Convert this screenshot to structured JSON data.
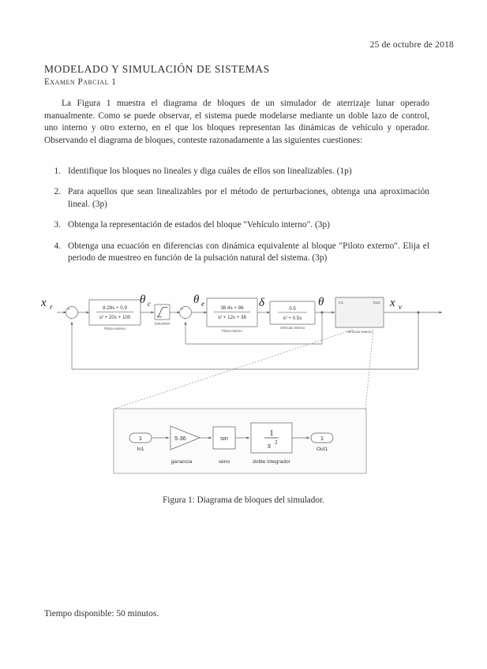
{
  "header": {
    "date": "25 de octubre de 2018",
    "title": "MODELADO Y SIMULACIÓN DE SISTEMAS",
    "subtitle": "Examen Parcial 1"
  },
  "intro": "La Figura 1 muestra el diagrama de bloques de un simulador de aterrizaje lunar operado manualmente. Como se puede observar, el sistema puede modelarse mediante un doble lazo de control, uno interno y otro externo, en el que los bloques representan las dinámicas de vehículo y operador. Observando el diagrama de bloques, conteste razonadamente a las siguientes cuestiones:",
  "questions": [
    {
      "number": "1.",
      "text": "Identifique los bloques no lineales y diga cuáles de ellos son linealizables. (1p)"
    },
    {
      "number": "2.",
      "text": "Para aquellos que sean linealizables por el método de perturbaciones, obtenga una aproximación lineal. (3p)"
    },
    {
      "number": "3.",
      "text": "Obtenga la representación de estados del bloque \"Vehículo interno\". (3p)"
    },
    {
      "number": "4.",
      "text": "Obtenga una ecuación en diferencias con dinámica equivalente al bloque \"Piloto externo\". Elija el periodo de muestreo en función de la pulsación natural del sistema. (3p)"
    }
  ],
  "figure": {
    "caption": "Figura 1: Diagrama de bloques del simulador.",
    "signals": {
      "input": "x",
      "input_sub": "r",
      "theta_c": "θ",
      "theta_c_sub": "c",
      "theta_e": "θ",
      "theta_e_sub": "e",
      "delta": "δ",
      "theta": "θ",
      "output": "x",
      "output_sub": "v"
    },
    "main_blocks": [
      {
        "name": "piloto-externo",
        "numerator": "8.28s + 0.9",
        "denominator": "s² + 20s + 100",
        "label": "Piloto externo"
      },
      {
        "name": "saturation",
        "label": "Saturation",
        "glyph": "s-curve"
      },
      {
        "name": "piloto-interno",
        "numerator": "38.4s + 96",
        "denominator": "s² + 12s + 36",
        "label": "Piloto interno"
      },
      {
        "name": "vehiculo-interno",
        "numerator": "0.5",
        "denominator": "s² + 0.5s",
        "label": "Vehículo interno"
      },
      {
        "name": "vehiculo-externo",
        "label": "Vehículo externo",
        "in_port": "In1",
        "out_port": "Out1"
      }
    ],
    "sum_signs": {
      "plus": "+",
      "minus": "-"
    },
    "subsystem": {
      "in_port_number": "1",
      "in_port_label": "In1",
      "gain_value": "5.36",
      "gain_label": "ganancia",
      "sin_value": "sin",
      "sin_label": "seno",
      "integrator_numerator": "1",
      "integrator_denominator": "s",
      "integrator_exponent": "2",
      "integrator_label": "doble integrador",
      "out_port_number": "1",
      "out_port_label": "Out1"
    }
  },
  "footer": {
    "text": "Tiempo disponible: 50 minutos."
  }
}
